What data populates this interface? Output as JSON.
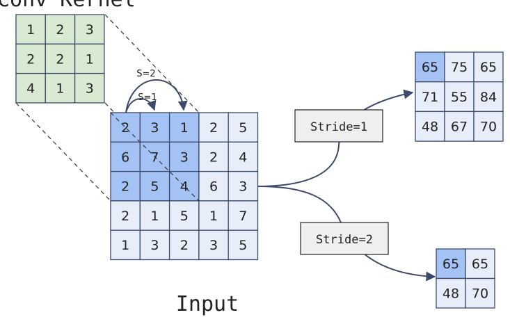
{
  "title": "Conv Kernel",
  "input_label": "Input",
  "kernel": [
    [
      1,
      2,
      3
    ],
    [
      2,
      2,
      1
    ],
    [
      4,
      1,
      3
    ]
  ],
  "input": [
    [
      2,
      3,
      1,
      2,
      5
    ],
    [
      6,
      7,
      3,
      2,
      4
    ],
    [
      2,
      5,
      4,
      6,
      3
    ],
    [
      2,
      1,
      5,
      1,
      7
    ],
    [
      1,
      3,
      2,
      3,
      5
    ]
  ],
  "output_stride1": {
    "label": "Stride=1",
    "values": [
      [
        65,
        75,
        65
      ],
      [
        71,
        55,
        84
      ],
      [
        48,
        67,
        70
      ]
    ]
  },
  "output_stride2": {
    "label": "Stride=2",
    "values": [
      [
        65,
        65
      ],
      [
        48,
        70
      ]
    ]
  },
  "stride_annotations": {
    "s1": "S=1",
    "s2": "S=2"
  },
  "colors": {
    "kernel_fill": "#d9ead3",
    "input_fill": "#e8eef9",
    "highlight_fill": "#a4c2f4",
    "cell_stroke": "#3b4a6b",
    "arrow": "#3b4a6b",
    "box_fill": "#efefef"
  }
}
